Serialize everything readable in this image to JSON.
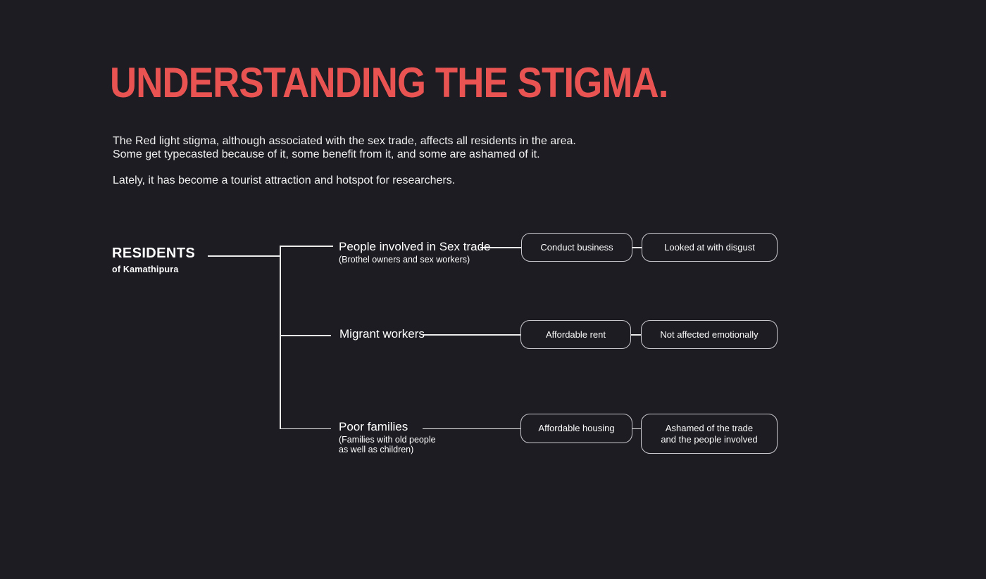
{
  "colors": {
    "background": "#1D1C22",
    "accent": "#E95452",
    "text": "#EFEFEF",
    "line": "#ECECEC",
    "box_border": "#C9C9CE"
  },
  "page": {
    "title": "UNDERSTANDING THE STIGMA.",
    "intro_line1": "The Red light stigma, although associated with the sex trade, affects all residents in the area.",
    "intro_line2": "Some get typecasted because of it, some benefit from it, and some are ashamed of it.",
    "intro_line3": "Lately, it has become a tourist attraction and hotspot for researchers."
  },
  "tree": {
    "root": {
      "title": "RESIDENTS",
      "subtitle": "of Kamathipura"
    },
    "branches": [
      {
        "label": "People involved in Sex trade",
        "sublabel": "(Brothel owners and sex workers)",
        "cause": "Conduct business",
        "effect": "Looked at with disgust"
      },
      {
        "label": "Migrant workers",
        "sublabel": "",
        "cause": "Affordable rent",
        "effect": "Not affected emotionally"
      },
      {
        "label": "Poor families",
        "sublabel": "(Families with old people\nas well as children)",
        "cause": "Affordable housing",
        "effect": "Ashamed of the trade\nand the people involved"
      }
    ]
  }
}
